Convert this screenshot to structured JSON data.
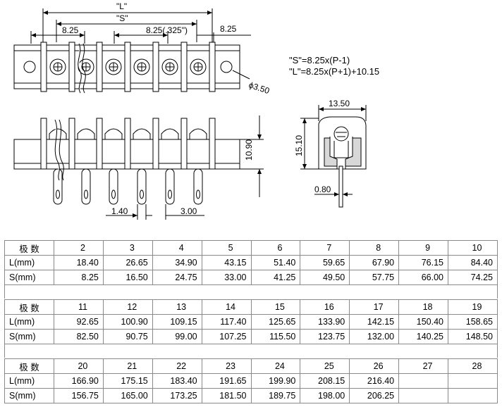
{
  "dimensions": {
    "L_label": "\"L\"",
    "S_label": "\"S\"",
    "pitch_left": "8.25",
    "pitch_center": "8.25(.325\")",
    "end_offset": "8.25",
    "hole_diameter": "ϕ3.50",
    "formula_S": "\"S\"=8.25x(P-1)",
    "formula_L": "\"L\"=8.25x(P+1)+10.15",
    "side_height": "10.90",
    "pin_width": "1.40",
    "pin_spacing": "3.00",
    "end_width": "13.50",
    "end_height": "15.10",
    "pin_thickness": "0.80"
  },
  "table": {
    "row_labels": {
      "poles": "极 数",
      "L": "L(mm)",
      "S": "S(mm)"
    },
    "blocks": [
      {
        "poles": [
          "2",
          "3",
          "4",
          "5",
          "6",
          "7",
          "8",
          "9",
          "10"
        ],
        "L": [
          "18.40",
          "26.65",
          "34.90",
          "43.15",
          "51.40",
          "59.65",
          "67.90",
          "76.15",
          "84.40"
        ],
        "S": [
          "8.25",
          "16.50",
          "24.75",
          "33.00",
          "41.25",
          "49.50",
          "57.75",
          "66.00",
          "74.25"
        ]
      },
      {
        "poles": [
          "11",
          "12",
          "13",
          "14",
          "15",
          "16",
          "17",
          "18",
          "19"
        ],
        "L": [
          "92.65",
          "100.90",
          "109.15",
          "117.40",
          "125.65",
          "133.90",
          "142.15",
          "150.40",
          "158.65"
        ],
        "S": [
          "82.50",
          "90.75",
          "99.00",
          "107.25",
          "115.50",
          "123.75",
          "132.00",
          "140.25",
          "148.50"
        ]
      },
      {
        "poles": [
          "20",
          "21",
          "22",
          "23",
          "24",
          "25",
          "26",
          "27",
          "28"
        ],
        "L": [
          "166.90",
          "175.15",
          "183.40",
          "191.65",
          "199.90",
          "208.15",
          "216.40",
          "",
          ""
        ],
        "S": [
          "156.75",
          "165.00",
          "173.25",
          "181.50",
          "189.75",
          "198.00",
          "206.25",
          "",
          ""
        ]
      }
    ]
  }
}
